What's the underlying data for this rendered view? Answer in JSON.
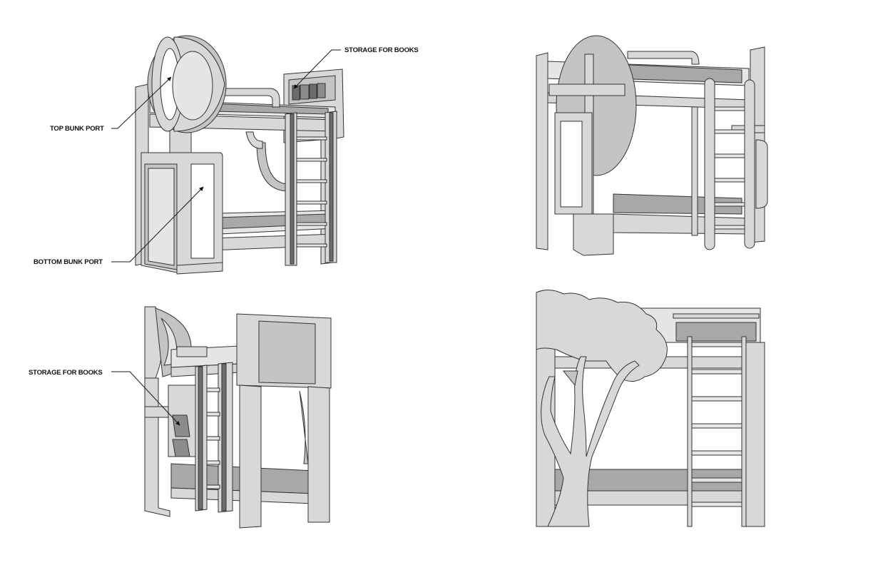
{
  "callouts": {
    "top_bunk_port": "TOP BUNK PORT",
    "bottom_bunk_port": "BOTTOM BUNK PORT",
    "storage_for_books_view1": "STORAGE FOR BOOKS",
    "storage_for_books_view3": "STORAGE FOR BOOKS"
  },
  "colors": {
    "panel_light": "#d8d8d8",
    "panel_mid": "#c4c4c4",
    "mattress": "#a8a8a8",
    "ladder_dark": "#6c6c6c",
    "outline": "#333333"
  }
}
